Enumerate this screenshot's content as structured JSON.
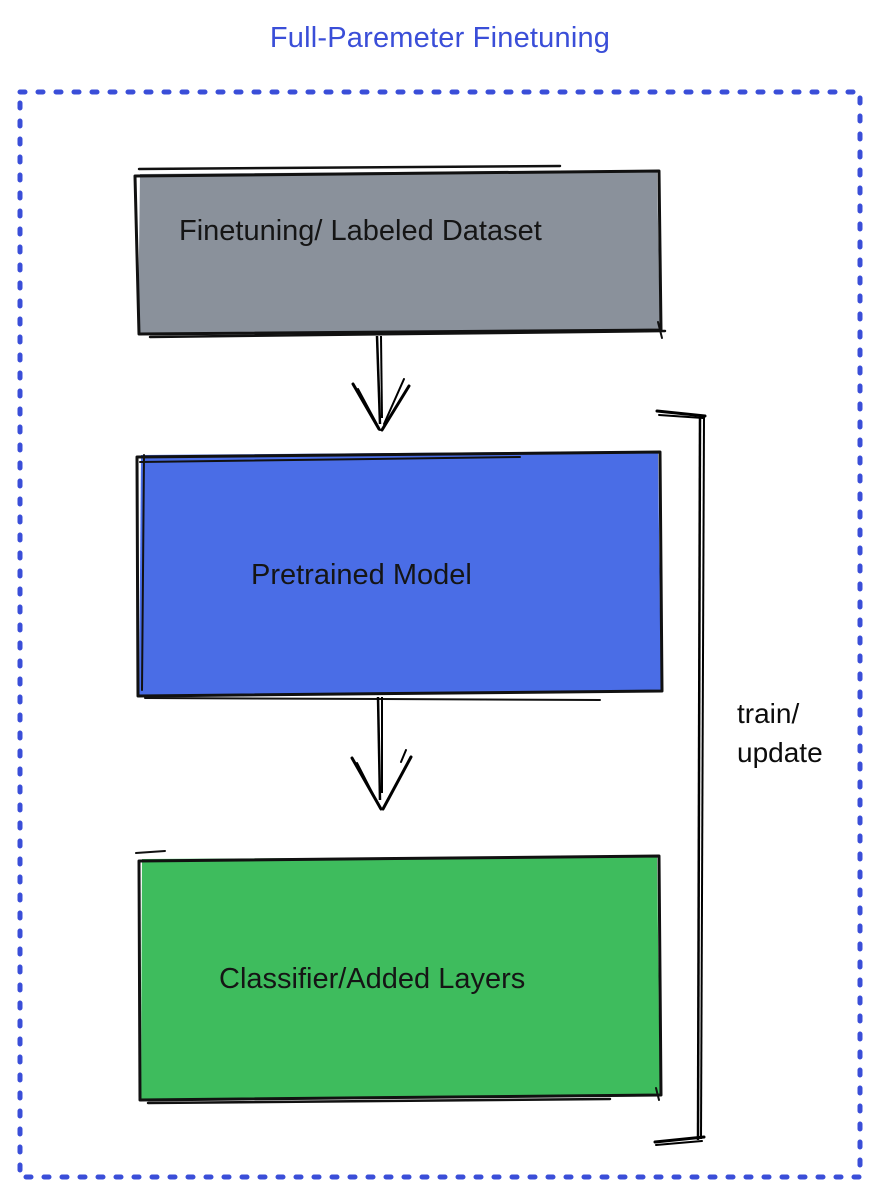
{
  "title": {
    "text": "Full-Paremeter Finetuning",
    "color": "#3a4ed8"
  },
  "border": {
    "style": "dotted",
    "color": "#3a4ed8"
  },
  "boxes": [
    {
      "name": "finetuning-dataset",
      "label": "Finetuning/ Labeled Dataset",
      "fill": "#8a919b"
    },
    {
      "name": "pretrained-model",
      "label": "Pretrained Model",
      "fill": "#4a6de6"
    },
    {
      "name": "classifier-added-layers",
      "label": "Classifier/Added Layers",
      "fill": "#3ebc5d"
    }
  ],
  "arrows": [
    {
      "from": "finetuning-dataset",
      "to": "pretrained-model"
    },
    {
      "from": "pretrained-model",
      "to": "classifier-added-layers"
    }
  ],
  "bracket": {
    "line1": "train/",
    "line2": "update",
    "color": "#0c0c0c"
  }
}
